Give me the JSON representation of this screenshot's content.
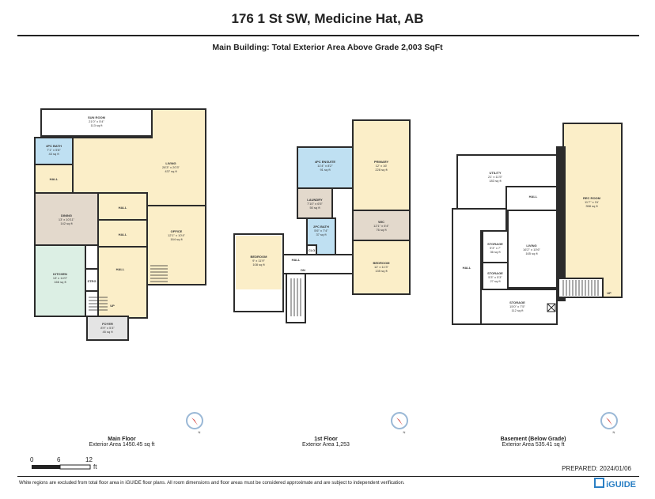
{
  "header": {
    "title": "176 1 St SW, Medicine Hat, AB",
    "subtitle": "Main Building: Total Exterior Area Above Grade 2,003 SqFt"
  },
  "floors": {
    "main": {
      "name": "Main Floor",
      "area": "Exterior Area 1450.45 sq ft",
      "rooms": {
        "sunroom": {
          "name": "SUN ROOM",
          "dim": "21'0\" x 5'4\"",
          "area": "113 sq ft"
        },
        "bath4": {
          "name": "4PC BATH",
          "dim": "7'1\" x 5'8\"",
          "area": "43 sq ft"
        },
        "living": {
          "name": "LIVING",
          "dim": "28'3\" x 20'3\"",
          "area": "437 sq ft"
        },
        "hall1": {
          "name": "HALL"
        },
        "dining": {
          "name": "DINING",
          "dim": "13' x 10'11\"",
          "area": "142 sq ft"
        },
        "hall2": {
          "name": "HALL"
        },
        "hall3": {
          "name": "HALL"
        },
        "office": {
          "name": "OFFICE",
          "dim": "12'1\" x 10'4\"",
          "area": "164 sq ft"
        },
        "kitchen": {
          "name": "KITCHEN",
          "dim": "13' x 14'0\"",
          "area": "166 sq ft"
        },
        "hall4": {
          "name": "HALL"
        },
        "strg": {
          "name": "STRG"
        },
        "up": {
          "name": "UP"
        },
        "foyer": {
          "name": "FOYER",
          "dim": "8'9\" x 5'3\"",
          "area": "45 sq ft"
        }
      }
    },
    "first": {
      "name": "1st Floor",
      "area": "Exterior Area 1,253",
      "rooms": {
        "ensuite": {
          "name": "4PC ENSUITE",
          "dim": "11'4\" x 8'2\"",
          "area": "91 sq ft"
        },
        "primary": {
          "name": "PRIMARY",
          "dim": "12' x 16'",
          "area": "228 sq ft"
        },
        "laundry": {
          "name": "LAUNDRY",
          "dim": "7'10\" x 6'5\"",
          "area": "50 sq ft"
        },
        "wic": {
          "name": "WIC",
          "dim": "12'1\" x 6'4\"",
          "area": "76 sq ft"
        },
        "bath2": {
          "name": "2PC BATH",
          "dim": "5'6\" x 7'4\"",
          "area": "37 sq ft"
        },
        "clo": {
          "name": "CLO"
        },
        "bedroom1": {
          "name": "BEDROOM",
          "dim": "9' x 11'9\"",
          "area": "108 sq ft"
        },
        "hall": {
          "name": "HALL"
        },
        "dn": {
          "name": "DN"
        },
        "bedroom2": {
          "name": "BEDROOM",
          "dim": "12' x 11'3\"",
          "area": "135 sq ft"
        }
      }
    },
    "basement": {
      "name": "Basement (Below Grade)",
      "area": "Exterior Area 535.41 sq ft",
      "rooms": {
        "utility": {
          "name": "UTILITY",
          "dim": "21' x 11'5\"",
          "area": "183 sq ft"
        },
        "hall1": {
          "name": "HALL"
        },
        "rec": {
          "name": "REC ROOM",
          "dim": "11'7\" x 31'",
          "area": "358 sq ft"
        },
        "hall2": {
          "name": "HALL"
        },
        "storage1": {
          "name": "STORAGE",
          "dim": "5'3\" x 7'",
          "area": "36 sq ft"
        },
        "living": {
          "name": "LIVING",
          "dim": "16'2\" x 10'6\"",
          "area": "165 sq ft"
        },
        "storage2": {
          "name": "STORAGE",
          "dim": "5'3\" x 5'3\"",
          "area": "27 sq ft"
        },
        "storage3": {
          "name": "STORAGE",
          "dim": "15'0\" x 7'5\"",
          "area": "112 sq ft"
        },
        "up": {
          "name": "UP"
        }
      }
    }
  },
  "compass": {
    "label": "N"
  },
  "scale": {
    "labels": [
      "0",
      "6",
      "12"
    ],
    "unit": "ft"
  },
  "prepared": "PREPARED:  2024/01/06",
  "footer": "White regions are excluded from total floor area in iGUIDE floor plans. All room dimensions and floor areas must be considered approximate and are subject to independent verification.",
  "brand": "iGUIDE",
  "colors": {
    "yellow": "#fbeec8",
    "blue": "#bfe0f2",
    "taupe": "#e3d9cc",
    "green": "#dcefe4",
    "grey": "#e4e4e4",
    "wall": "#2b2b2b"
  }
}
